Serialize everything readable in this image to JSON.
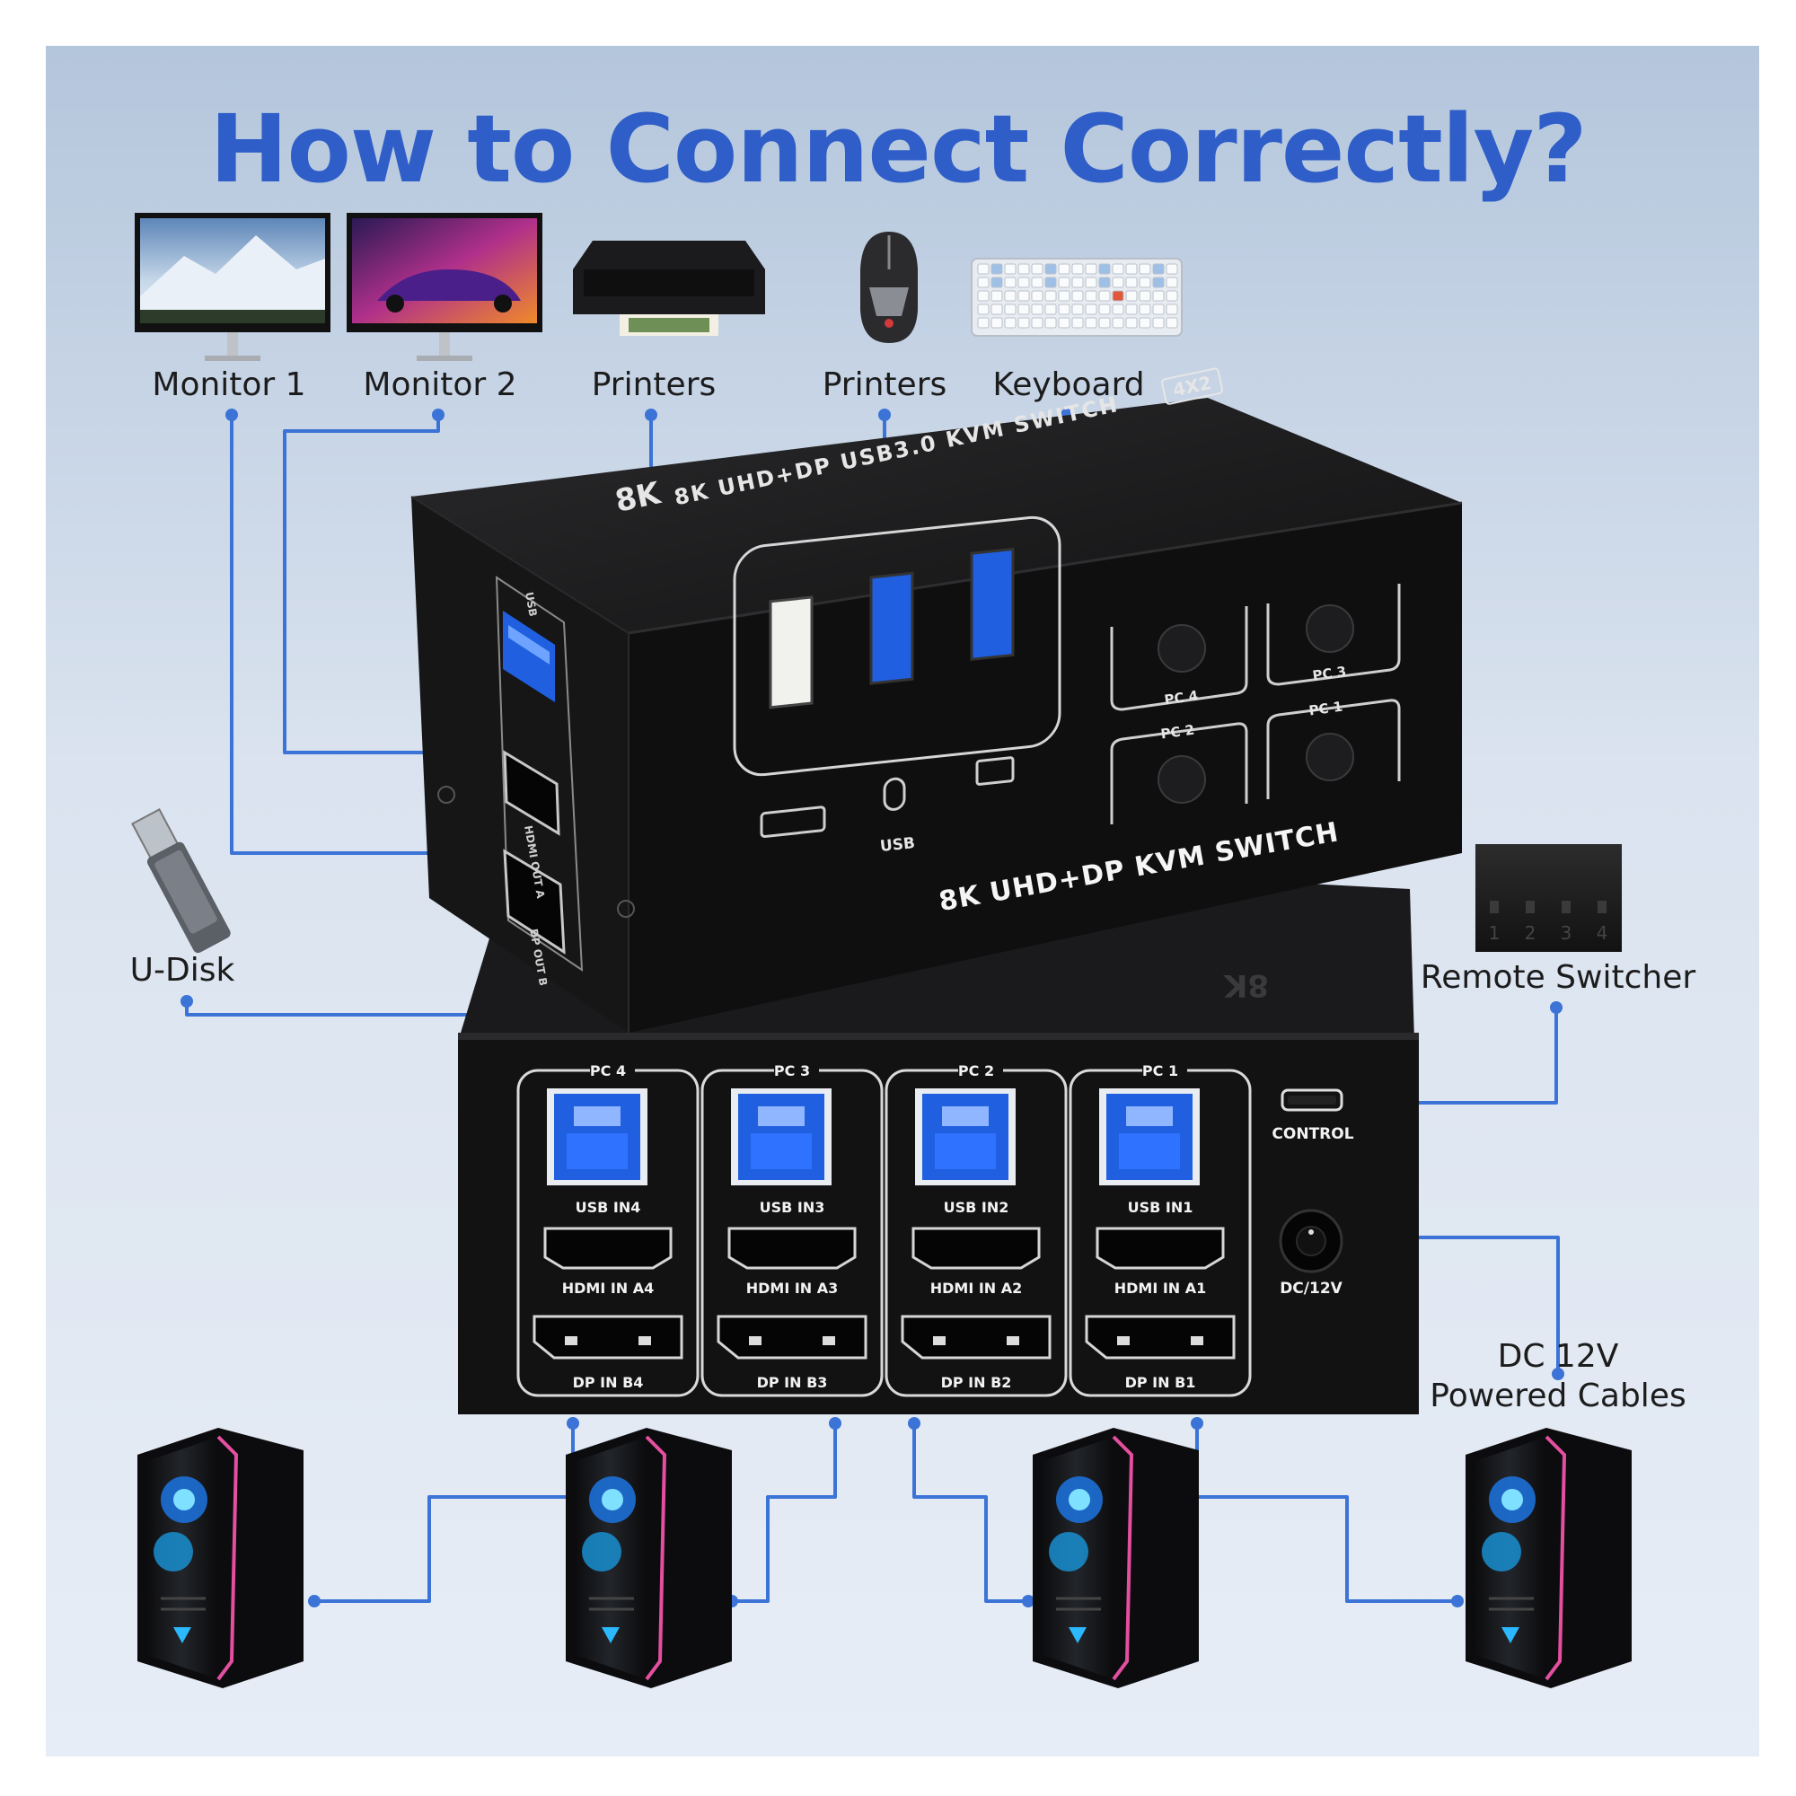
{
  "title": "How to Connect Correctly?",
  "peripherals": {
    "monitor1": "Monitor 1",
    "monitor2": "Monitor 2",
    "printer": "Printers",
    "mouse": "Printers",
    "keyboard": "Keyboard",
    "udisk": "U-Disk",
    "remote": "Remote Switcher",
    "power_line1": "DC 12V",
    "power_line2": "Powered Cables"
  },
  "device": {
    "logo": "8K",
    "top_label": "8K UHD+DP USB3.0 KVM SWITCH",
    "top_badge": "4X2",
    "front_title": "8K UHD+DP KVM SWITCH",
    "front_usb": "USB",
    "side_usb": "USB",
    "side_hdmi": "HDMI OUT A",
    "side_dp": "DP OUT B",
    "buttons": [
      "PC 4",
      "PC 3",
      "PC 2",
      "PC 1"
    ],
    "rear_groups": [
      {
        "pc": "PC 4",
        "usb": "USB IN4",
        "hdmi": "HDMI IN A4",
        "dp": "DP IN B4"
      },
      {
        "pc": "PC 3",
        "usb": "USB IN3",
        "hdmi": "HDMI IN A3",
        "dp": "DP IN B3"
      },
      {
        "pc": "PC 2",
        "usb": "USB IN2",
        "hdmi": "HDMI IN A2",
        "dp": "DP IN B2"
      },
      {
        "pc": "PC 1",
        "usb": "USB IN1",
        "hdmi": "HDMI IN A1",
        "dp": "DP IN B1"
      }
    ],
    "control": "CONTROL",
    "power": "DC/12V"
  },
  "remote_keys": [
    "1",
    "2",
    "3",
    "4"
  ],
  "colors": {
    "accent": "#2f5ec8",
    "cable": "#3b73d6",
    "device": "#141414",
    "usb3": "#1f5fe0"
  }
}
